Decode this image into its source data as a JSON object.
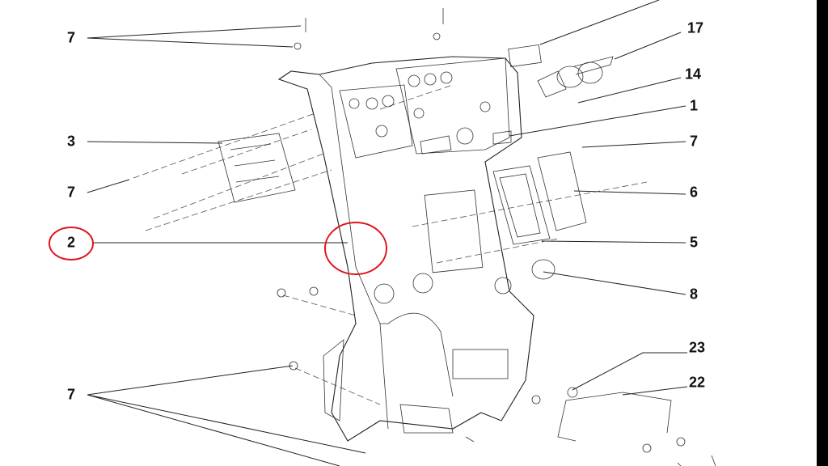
{
  "callouts": [
    {
      "id": "c7a",
      "text": "7"
    },
    {
      "id": "c3",
      "text": "3"
    },
    {
      "id": "c7b",
      "text": "7"
    },
    {
      "id": "c2",
      "text": "2",
      "highlighted": true
    },
    {
      "id": "c7c",
      "text": "7"
    },
    {
      "id": "c17",
      "text": "17"
    },
    {
      "id": "c14",
      "text": "14"
    },
    {
      "id": "c1",
      "text": "1"
    },
    {
      "id": "c7d",
      "text": "7"
    },
    {
      "id": "c6",
      "text": "6"
    },
    {
      "id": "c5",
      "text": "5"
    },
    {
      "id": "c8",
      "text": "8"
    },
    {
      "id": "c23",
      "text": "23"
    },
    {
      "id": "c22",
      "text": "22"
    }
  ],
  "colors": {
    "highlight": "#e0141e",
    "line": "#222222"
  }
}
